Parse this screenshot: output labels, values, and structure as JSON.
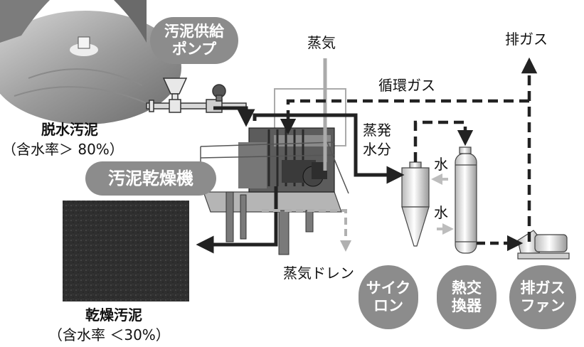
{
  "pump_label": [
    "汚泥供給",
    "ポンプ"
  ],
  "dryer_label": "汚泥乾燥機",
  "cyclone_label": [
    "サイク",
    "ロン"
  ],
  "heat_exchanger_label": [
    "熱交",
    "換器"
  ],
  "exhaust_fan_label": [
    "排ガス",
    "ファン"
  ],
  "steam": "蒸気",
  "exhaust_gas": "排ガス",
  "circulating_gas": "循環ガス",
  "evaporated_water": [
    "蒸発",
    "水分"
  ],
  "water_1": "水",
  "water_2": "水",
  "steam_drain": "蒸気ドレン",
  "dewatered_sludge": "脱水汚泥",
  "dewatered_moisture": "（含水率＞ 80%）",
  "dried_sludge": "乾燥汚泥",
  "dried_moisture": "（含水率 ＜30%）",
  "colors": {
    "pill": "#8c8c8c",
    "arrow": "#222222",
    "water_arrow": "#bdbdbd",
    "drain": "#b0b0b0"
  }
}
